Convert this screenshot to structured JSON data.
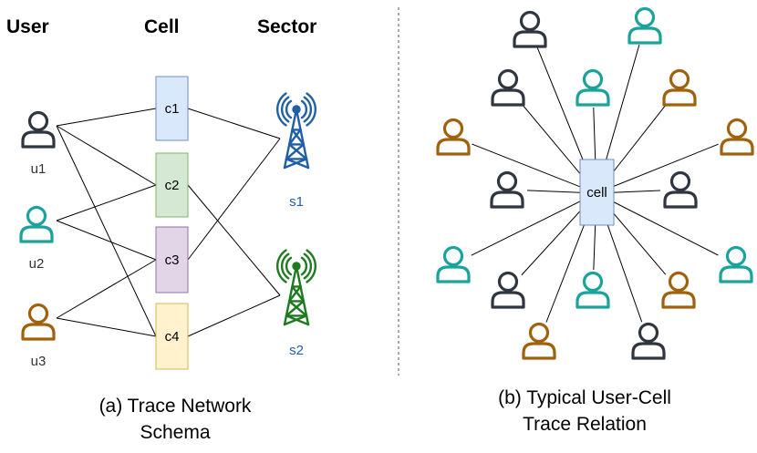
{
  "left": {
    "headers": {
      "user": "User",
      "cell": "Cell",
      "sector": "Sector"
    },
    "users": [
      {
        "id": "u1",
        "label": "u1",
        "color": "#2f3640"
      },
      {
        "id": "u2",
        "label": "u2",
        "color": "#1aa39a"
      },
      {
        "id": "u3",
        "label": "u3",
        "color": "#a0600c"
      }
    ],
    "cells": [
      {
        "id": "c1",
        "label": "c1",
        "fill": "#dae8fc",
        "stroke": "#6c8ebf"
      },
      {
        "id": "c2",
        "label": "c2",
        "fill": "#d5e8d4",
        "stroke": "#82b366"
      },
      {
        "id": "c3",
        "label": "c3",
        "fill": "#e1d5e7",
        "stroke": "#9673a6"
      },
      {
        "id": "c4",
        "label": "c4",
        "fill": "#fff2cc",
        "stroke": "#d6b656"
      }
    ],
    "sectors": [
      {
        "id": "s1",
        "label": "s1",
        "color": "#1f5fa8",
        "label_color": "#1f5fa8"
      },
      {
        "id": "s2",
        "label": "s2",
        "color": "#1e7a1e",
        "label_color": "#1f5fa8"
      }
    ],
    "user_cell_edges": [
      [
        "u1",
        "c1"
      ],
      [
        "u1",
        "c2"
      ],
      [
        "u1",
        "c4"
      ],
      [
        "u2",
        "c2"
      ],
      [
        "u2",
        "c3"
      ],
      [
        "u3",
        "c3"
      ],
      [
        "u3",
        "c4"
      ]
    ],
    "cell_sector_edges": [
      [
        "c1",
        "s1"
      ],
      [
        "c2",
        "s2"
      ],
      [
        "c3",
        "s1"
      ],
      [
        "c4",
        "s2"
      ]
    ],
    "caption_line1": "(a) Trace Network",
    "caption_line2": "Schema"
  },
  "right": {
    "center_label": "cell",
    "center_fill": "#dae8fc",
    "center_stroke": "#6c8ebf",
    "users": [
      {
        "color": "#2f3640"
      },
      {
        "color": "#1aa39a"
      },
      {
        "color": "#2f3640"
      },
      {
        "color": "#1aa39a"
      },
      {
        "color": "#a0600c"
      },
      {
        "color": "#a0600c"
      },
      {
        "color": "#a0600c"
      },
      {
        "color": "#2f3640"
      },
      {
        "color": "#2f3640"
      },
      {
        "color": "#1aa39a"
      },
      {
        "color": "#1aa39a"
      },
      {
        "color": "#2f3640"
      },
      {
        "color": "#1aa39a"
      },
      {
        "color": "#a0600c"
      },
      {
        "color": "#a0600c"
      },
      {
        "color": "#2f3640"
      }
    ],
    "caption_line1": "(b) Typical User-Cell",
    "caption_line2": "Trace Relation"
  },
  "divider_color": "#555555"
}
